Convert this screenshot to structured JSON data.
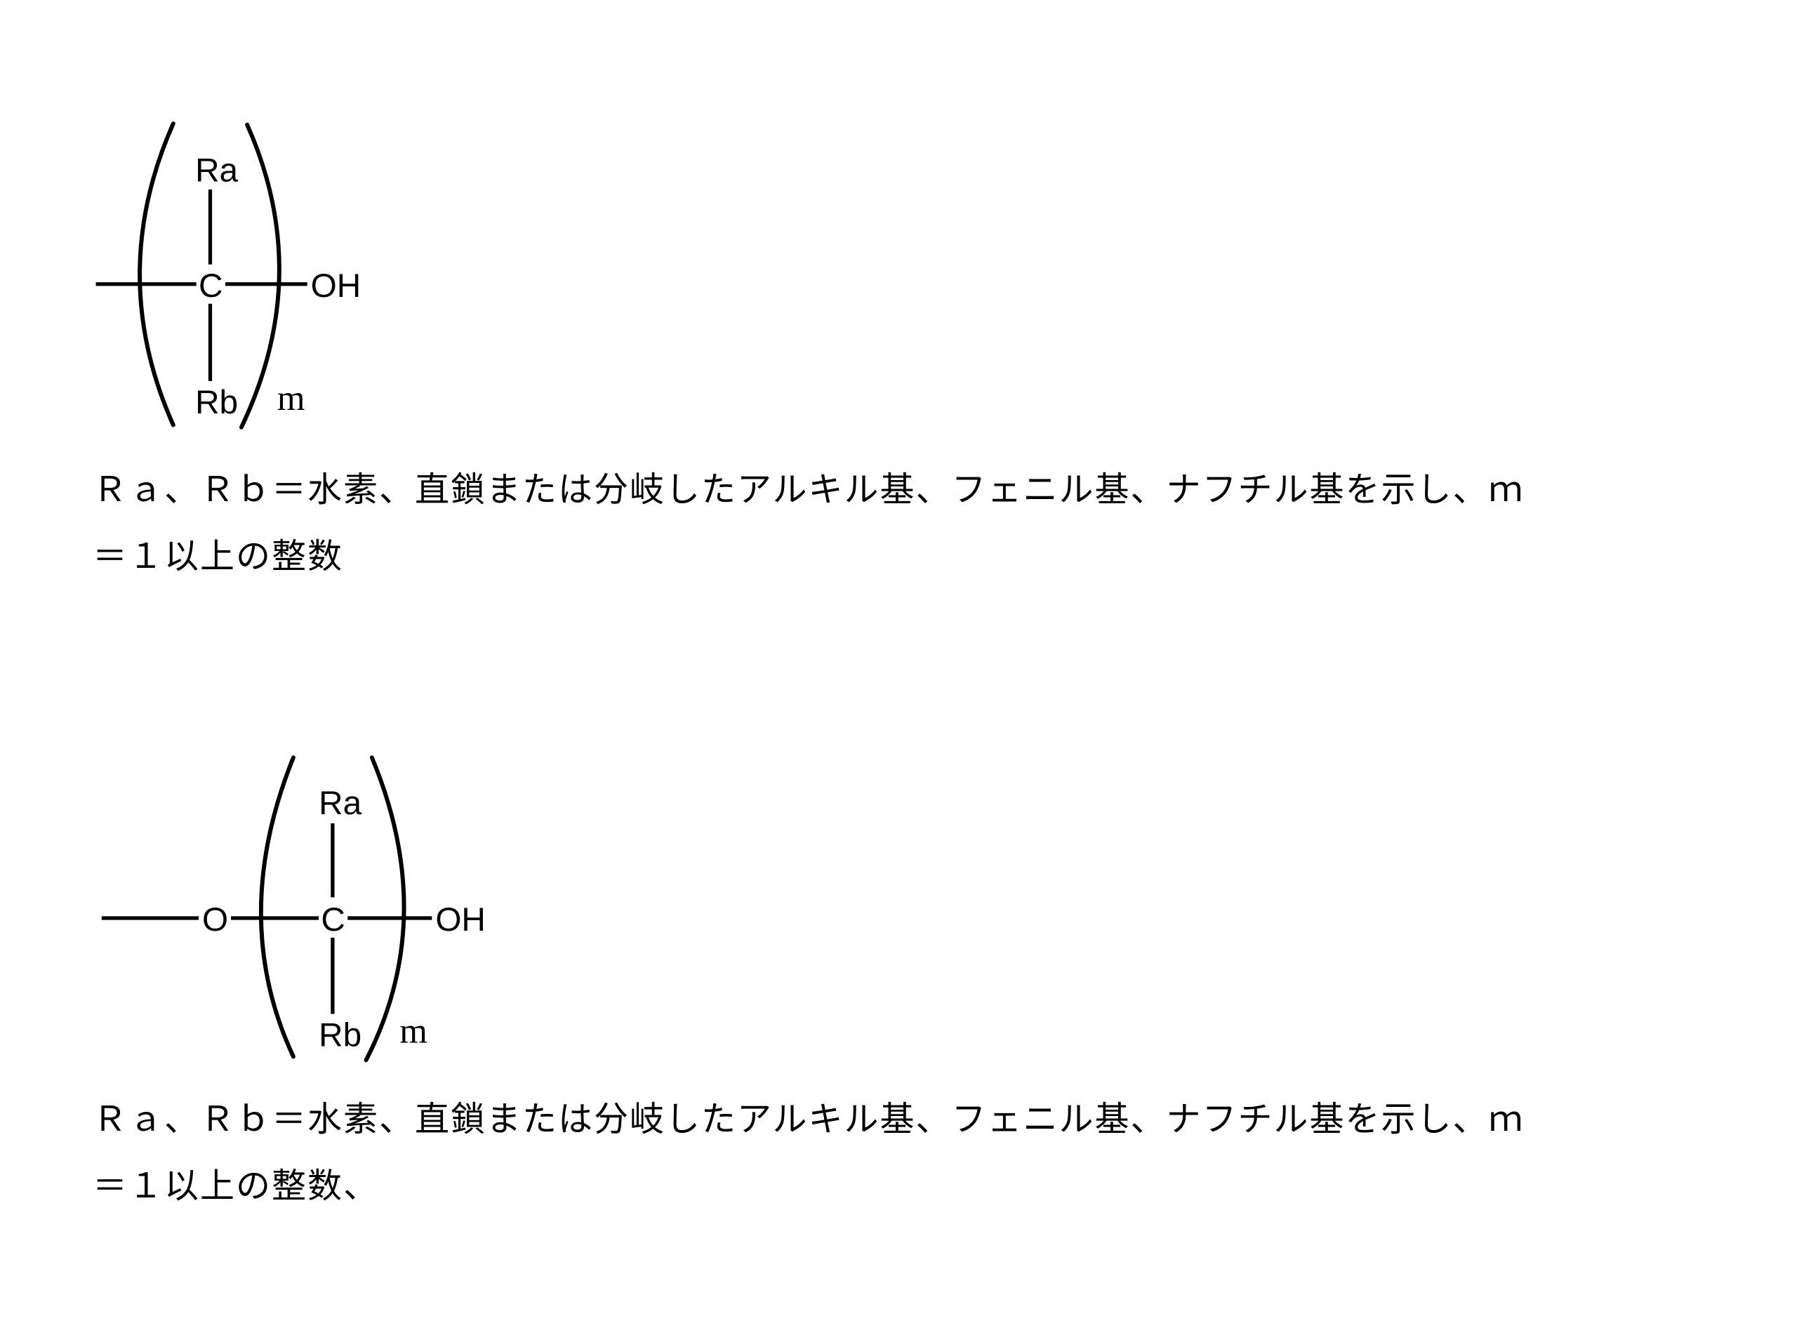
{
  "structures": [
    {
      "id": "formula-1",
      "left_group": "",
      "substituent_top": "Ra",
      "center_atom": "C",
      "substituent_bottom": "Rb",
      "terminal": "OH",
      "repeat_index": "m"
    },
    {
      "id": "formula-2",
      "left_group": "O",
      "substituent_top": "Ra",
      "center_atom": "C",
      "substituent_bottom": "Rb",
      "terminal": "OH",
      "repeat_index": "m"
    }
  ],
  "captions": [
    {
      "line1": "Ｒａ、Ｒｂ＝水素、直鎖または分岐したアルキル基、フェニル基、ナフチル基を示し、ｍ",
      "line2": "＝１以上の整数"
    },
    {
      "line1": "Ｒａ、Ｒｂ＝水素、直鎖または分岐したアルキル基、フェニル基、ナフチル基を示し、ｍ",
      "line2": "＝１以上の整数、"
    }
  ]
}
